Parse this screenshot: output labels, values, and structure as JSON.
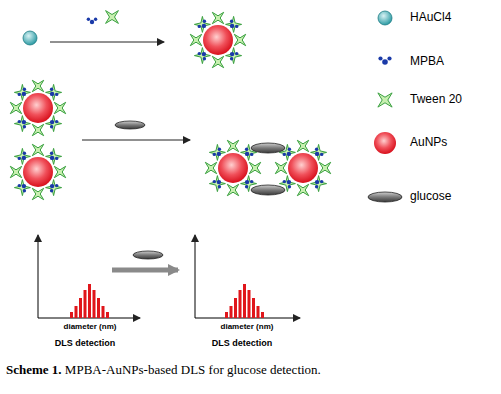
{
  "diagram": {
    "caption": "Scheme 1. MPBA-AuNPs-based DLS for glucose detection.",
    "labels": [
      "diameter (nm)",
      "DLS detection",
      "diameter (nm)",
      "DLS detection"
    ],
    "legend": [
      {
        "text": "HAuCl4"
      },
      {
        "text": "MPBA"
      },
      {
        "text": "Tween 20"
      },
      {
        "text": "AuNPs"
      },
      {
        "text": "glucose"
      }
    ]
  }
}
